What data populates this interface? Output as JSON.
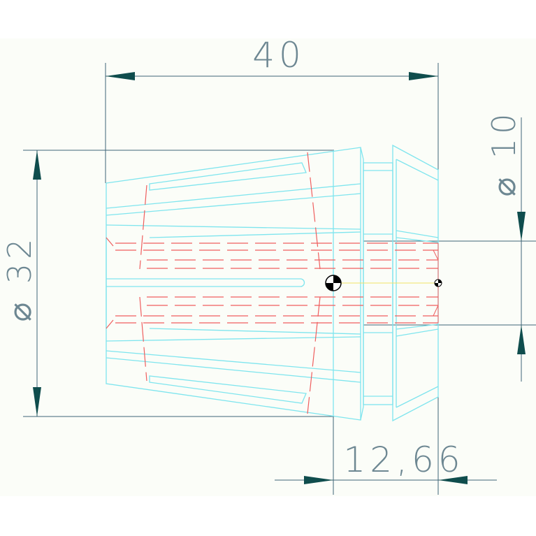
{
  "dimensions": {
    "overall_length": "40",
    "outer_diameter": "⌀ 32",
    "bore_diameter": "⌀ 10",
    "section_length": "12,66"
  },
  "colors": {
    "sheet_background": "#fbfdf8",
    "dimension_lines": "#3f6577",
    "dimension_text": "#6d8792",
    "arrowheads": "#0f4d4d",
    "outline": "#7fe5ee",
    "hidden_lines": "#ef5e5e",
    "centerline": "#f2e266",
    "origin_marker": "#000000"
  },
  "icons": {
    "origin": "datum-target-icon",
    "reference": "datum-target-small-icon"
  }
}
